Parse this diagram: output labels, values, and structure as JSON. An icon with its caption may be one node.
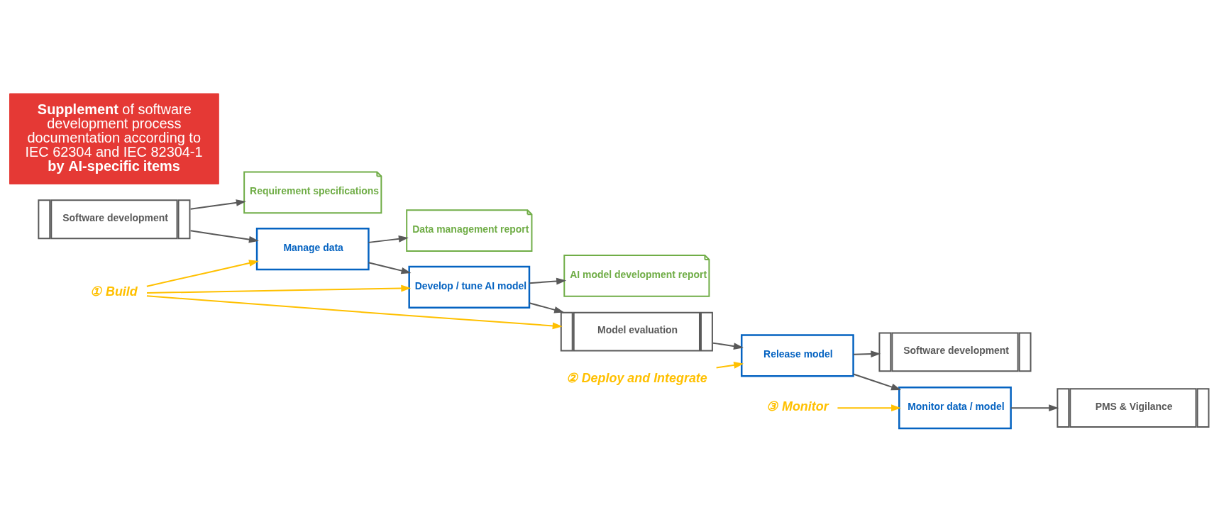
{
  "diagram": {
    "nodes": [
      {
        "text": [
          "Software development"
        ]
      },
      {
        "text": [
          "Requirement specifications"
        ]
      },
      {
        "text": [
          "Manage data"
        ]
      },
      {
        "text": [
          "Data management report"
        ]
      },
      {
        "text": [
          "Develop / tune AI model"
        ]
      },
      {
        "text": [
          "AI model development report"
        ]
      },
      {
        "text": [
          "Model evaluation"
        ]
      },
      {
        "text": [
          "Release model"
        ]
      },
      {
        "text": [
          "Software development"
        ]
      },
      {
        "text": [
          "Monitor data / model"
        ]
      },
      {
        "text": [
          "PMS & Vigilance"
        ]
      },
      {
        "text": [
          "**Supplement** of software development process documentation according to IEC 62304 and IEC 82304-1 **by AI-specific items**"
        ]
      },
      {
        "text": [
          "①",
          "Build"
        ]
      },
      {
        "text": [
          "②",
          "Deploy and Integrate"
        ]
      },
      {
        "text": [
          "③",
          "Monitor"
        ]
      }
    ],
    "edges": [
      {
        "from": 0,
        "to": 1,
        "arrow": "to"
      },
      {
        "from": 0,
        "to": 2,
        "arrow": "to"
      },
      {
        "from": 2,
        "to": 3,
        "arrow": "to"
      },
      {
        "from": 2,
        "to": 4,
        "arrow": "to"
      },
      {
        "from": 4,
        "to": 5,
        "arrow": "to"
      },
      {
        "from": 4,
        "to": 6,
        "arrow": "to"
      },
      {
        "from": 6,
        "to": 7,
        "arrow": "to"
      },
      {
        "from": 7,
        "to": 8,
        "arrow": "to"
      },
      {
        "from": 7,
        "to": 9,
        "arrow": "to"
      },
      {
        "from": 9,
        "to": 10,
        "arrow": "to"
      },
      {
        "from": 12,
        "to": 2,
        "arrow": "to",
        "color": "#ffc000"
      },
      {
        "from": 12,
        "to": 4,
        "arrow": "to",
        "color": "#ffc000"
      },
      {
        "from": 12,
        "to": 6,
        "arrow": "to",
        "color": "#ffc000"
      },
      {
        "from": 13,
        "to": 7,
        "arrow": "to",
        "color": "#ffc000"
      },
      {
        "from": 14,
        "to": 9,
        "arrow": "to",
        "color": "#ffc000"
      }
    ]
  }
}
